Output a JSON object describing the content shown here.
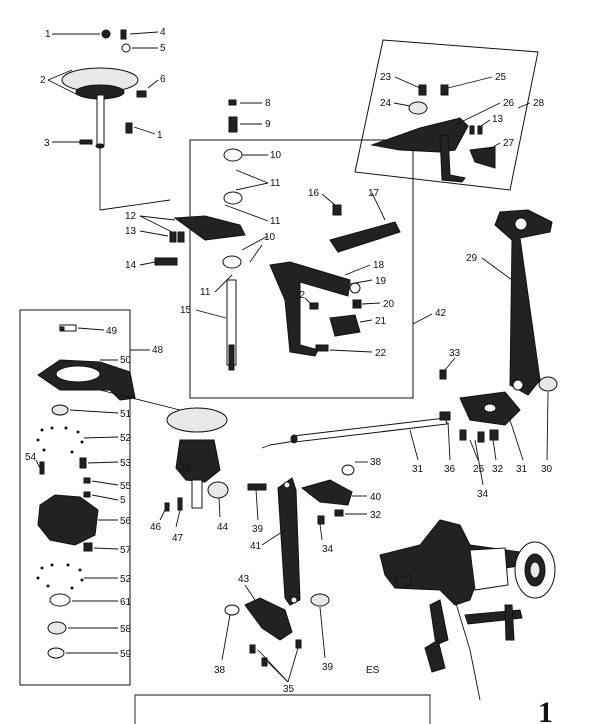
{
  "labels": {
    "n1a": "1",
    "n4": "4",
    "n5": "5",
    "n2": "2",
    "n6": "6",
    "n3": "3",
    "n1b": "1",
    "n8": "8",
    "n9": "9",
    "n10a": "10",
    "n11a": "11",
    "n11b": "11",
    "n12": "12",
    "n13a": "13",
    "n14": "14",
    "n10b": "10",
    "n11c": "11",
    "n15": "15",
    "n23": "23",
    "n25a": "25",
    "n24": "24",
    "n26": "26",
    "n28": "28",
    "n13b": "13",
    "n27": "27",
    "n16": "16",
    "n17": "17",
    "n18": "18",
    "n19": "19",
    "n22a": "22",
    "n20": "20",
    "n21": "21",
    "n22b": "22",
    "n42": "42",
    "n29": "29",
    "n49": "49",
    "n48": "48",
    "n50": "50",
    "n51": "51",
    "n52a": "52",
    "n54": "54",
    "n53": "53",
    "n55": "55",
    "n5b": "5",
    "n56": "56",
    "n57": "57",
    "n52b": "52",
    "n61": "61",
    "n58": "58",
    "n59": "59",
    "n45": "45",
    "n46": "46",
    "n47": "47",
    "n44": "44",
    "n33": "33",
    "n31a": "31",
    "n36a": "36",
    "n25b": "25",
    "n32a": "32",
    "n31b": "31",
    "n30": "30",
    "n34a": "34",
    "n38a": "38",
    "n40": "40",
    "n32b": "32",
    "n39a": "39",
    "n34b": "34",
    "n41": "41",
    "n43": "43",
    "n38b": "38",
    "n39b": "39",
    "n35": "35",
    "code": "ES",
    "figure_number": "1"
  }
}
